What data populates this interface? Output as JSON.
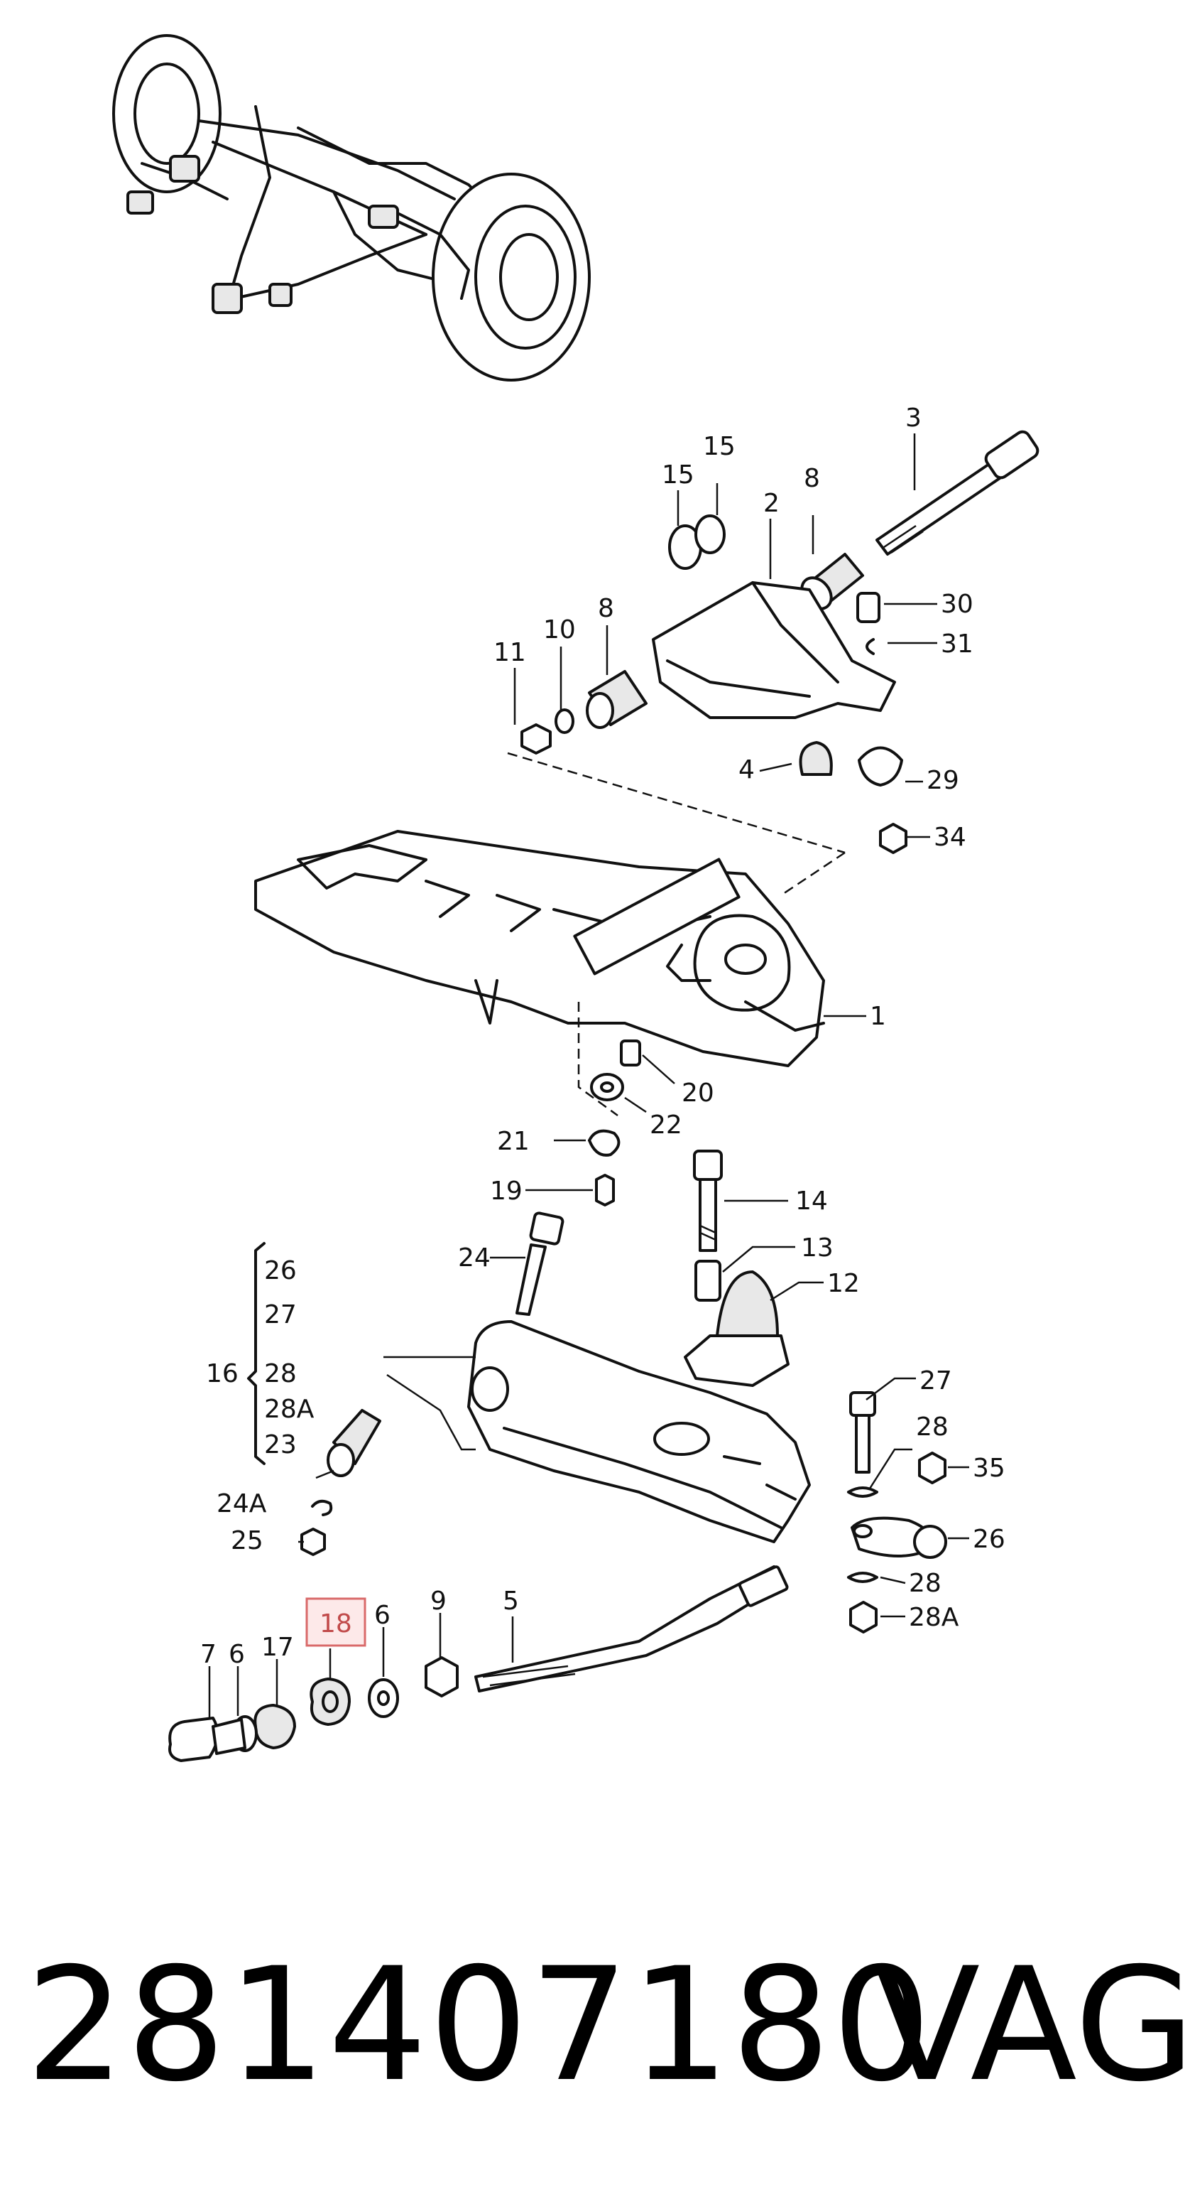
{
  "footer": {
    "part_number": "281407180",
    "brand": "VAG"
  },
  "diagram": {
    "highlighted_label": "18",
    "labels": [
      {
        "id": "3",
        "text": "3"
      },
      {
        "id": "15a",
        "text": "15"
      },
      {
        "id": "15b",
        "text": "15"
      },
      {
        "id": "8a",
        "text": "8"
      },
      {
        "id": "2",
        "text": "2"
      },
      {
        "id": "30",
        "text": "30"
      },
      {
        "id": "31",
        "text": "31"
      },
      {
        "id": "11",
        "text": "11"
      },
      {
        "id": "10",
        "text": "10"
      },
      {
        "id": "8b",
        "text": "8"
      },
      {
        "id": "4",
        "text": "4"
      },
      {
        "id": "29",
        "text": "29"
      },
      {
        "id": "34",
        "text": "34"
      },
      {
        "id": "1",
        "text": "1"
      },
      {
        "id": "20",
        "text": "20"
      },
      {
        "id": "22",
        "text": "22"
      },
      {
        "id": "21",
        "text": "21"
      },
      {
        "id": "19",
        "text": "19"
      },
      {
        "id": "14",
        "text": "14"
      },
      {
        "id": "13",
        "text": "13"
      },
      {
        "id": "12",
        "text": "12"
      },
      {
        "id": "24",
        "text": "24"
      },
      {
        "id": "26a",
        "text": "26"
      },
      {
        "id": "27a",
        "text": "27"
      },
      {
        "id": "16",
        "text": "16"
      },
      {
        "id": "28a",
        "text": "28"
      },
      {
        "id": "28A",
        "text": "28A"
      },
      {
        "id": "23",
        "text": "23"
      },
      {
        "id": "24A",
        "text": "24A"
      },
      {
        "id": "25",
        "text": "25"
      },
      {
        "id": "27b",
        "text": "27"
      },
      {
        "id": "28b",
        "text": "28"
      },
      {
        "id": "35",
        "text": "35"
      },
      {
        "id": "26b",
        "text": "26"
      },
      {
        "id": "28c",
        "text": "28"
      },
      {
        "id": "28Ab",
        "text": "28A"
      },
      {
        "id": "5",
        "text": "5"
      },
      {
        "id": "9",
        "text": "9"
      },
      {
        "id": "6a",
        "text": "6"
      },
      {
        "id": "18",
        "text": "18"
      },
      {
        "id": "17",
        "text": "17"
      },
      {
        "id": "6b",
        "text": "6"
      },
      {
        "id": "7",
        "text": "7"
      }
    ]
  }
}
